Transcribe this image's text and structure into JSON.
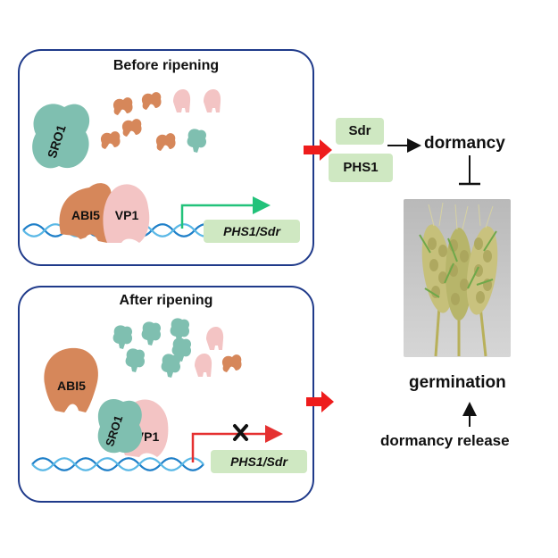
{
  "panels": {
    "before": {
      "title": "Before ripening",
      "proteins": {
        "sro1": "SRO1",
        "abi5": "ABI5",
        "vp1": "VP1"
      },
      "gene_label": "PHS1/Sdr",
      "transcription": "active"
    },
    "after": {
      "title": "After ripening",
      "proteins": {
        "sro1": "SRO1",
        "abi5": "ABI5",
        "vp1": "VP1"
      },
      "gene_label": "PHS1/Sdr",
      "transcription": "blocked"
    }
  },
  "right": {
    "gene_sdr": "Sdr",
    "gene_phs1": "PHS1",
    "dormancy": "dormancy",
    "germination": "germination",
    "dormancy_release": "dormancy release"
  },
  "colors": {
    "panel_border": "#1f3a8a",
    "sro1": "#7fbfb0",
    "abi5": "#d6875a",
    "vp1": "#f3c4c4",
    "gene_box": "#cfe8c2",
    "dna": "#1e7fc8",
    "active_arrow": "#22c27a",
    "blocked_arrow": "#e53030",
    "flow_arrow": "#ee1c1c"
  },
  "icons": [
    "red-arrow-icon",
    "cross-icon",
    "inhibition-bar-icon",
    "wheat-photo"
  ]
}
